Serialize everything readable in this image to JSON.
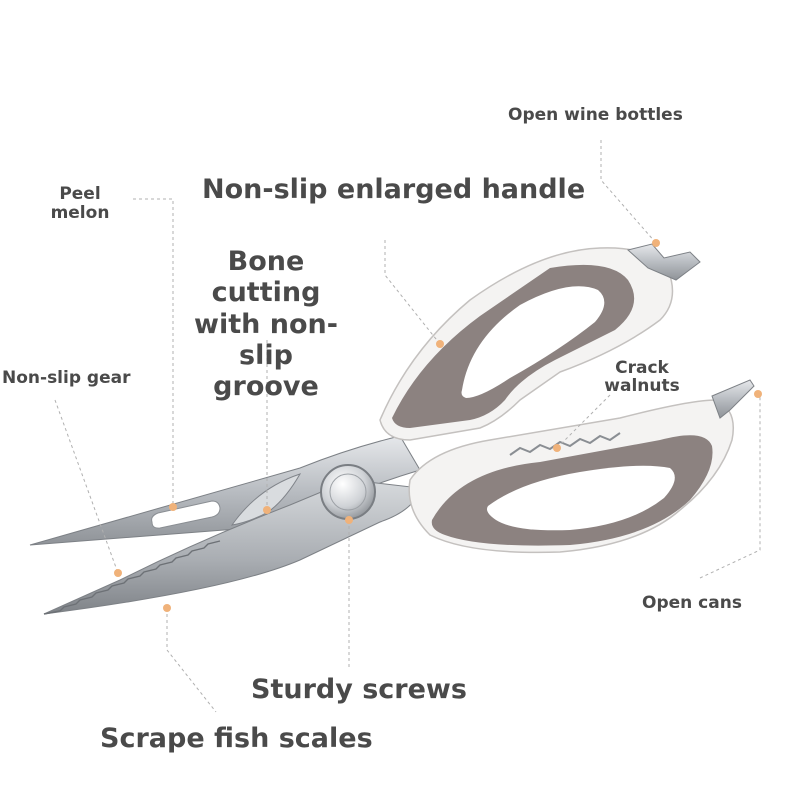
{
  "labels": {
    "open_wine_bottles": "Open wine bottles",
    "non_slip_enlarged_handle": "Non-slip enlarged handle",
    "peel_melon": "Peel\nmelon",
    "bone_cutting": "Bone cutting\nwith non-slip\ngroove",
    "non_slip_gear": "Non-slip gear",
    "crack_walnuts": "Crack\nwalnuts",
    "open_cans": "Open cans",
    "sturdy_screws": "Sturdy screws",
    "scrape_fish_scales": "Scrape fish scales"
  },
  "colors": {
    "text": "#4a4a4a",
    "marker_dot": "#f0b27a",
    "leader_line": "#b0b0b0",
    "handle_white": "#f4f3f2",
    "handle_grip": "#8c8280",
    "steel": "#c5c8cc"
  }
}
